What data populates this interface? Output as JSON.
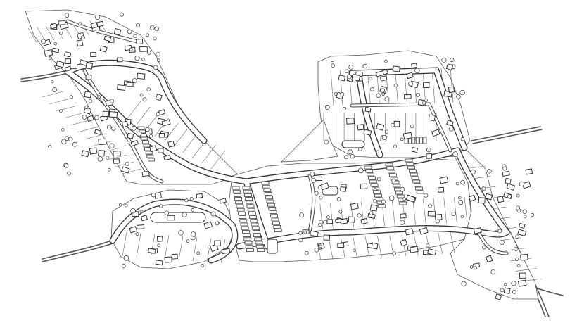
{
  "map": {
    "style": "line-drawing site plan",
    "colors": {
      "background": "#ffffff",
      "ink": "#333333"
    },
    "elements": [
      "parcels",
      "roads",
      "houses",
      "trees",
      "row-houses",
      "cul-de-sacs",
      "access-highways"
    ]
  }
}
